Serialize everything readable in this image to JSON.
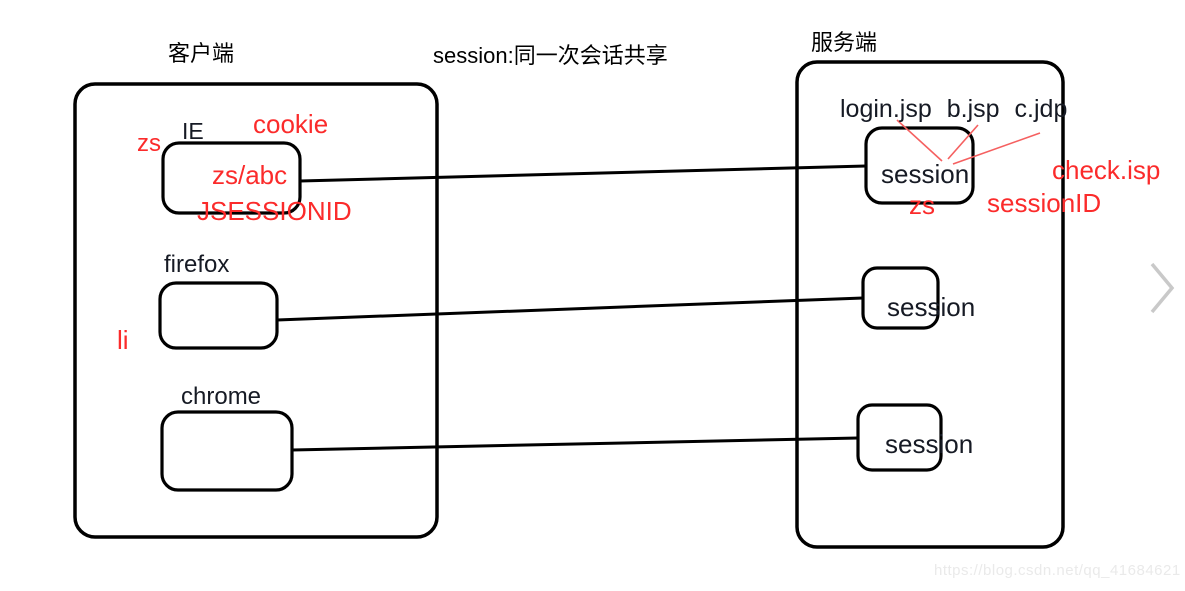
{
  "diagram_title": "session:同一次会话共享",
  "client": {
    "title": "客户端",
    "ie": {
      "label": "IE",
      "user_note": "zs",
      "cookie_note": "cookie",
      "cookie_value": "zs/abc",
      "jsessionid_note": "JSESSIONID"
    },
    "firefox": {
      "label": "firefox",
      "user_note": "li"
    },
    "chrome": {
      "label": "chrome"
    }
  },
  "server": {
    "title": "服务端",
    "pages": [
      "login.jsp",
      "b.jsp",
      "c.jdp"
    ],
    "sessions": [
      "session",
      "session",
      "session"
    ],
    "session1_user": "zs",
    "check_page_note": "check.isp",
    "session_id_note": "sessionID"
  },
  "icons": {
    "next": "chevron-right"
  },
  "watermark": "https://blog.csdn.net/qq_41684621",
  "colors": {
    "annotation_red": "#fb2b2b",
    "annotation_red_line": "#f56060",
    "stroke_black": "#000000",
    "label_dark": "#161a24",
    "chevron_gray": "#c9c9c9",
    "watermark_gray": "#eaeaea"
  }
}
